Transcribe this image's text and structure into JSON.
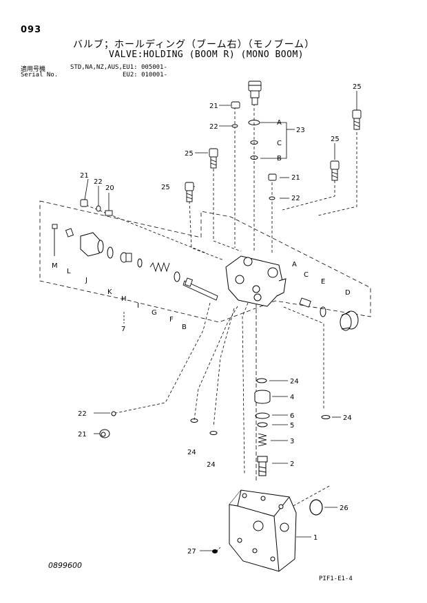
{
  "header": {
    "page_number": "093",
    "title_jp": "バルブ；ホールディング（ブーム右）（モノブーム）",
    "title_en": "VALVE:HOLDING (BOOM R) (MONO BOOM)",
    "applicable_label": "適用号機",
    "serial_label": "Serial No.",
    "applicable_models": "STD,NA,NZ,AUS,EU1: 005001-",
    "serial_eu2": "EU2: 010001-"
  },
  "callouts": {
    "n1": "1",
    "n2": "2",
    "n3": "3",
    "n4": "4",
    "n5": "5",
    "n6": "6",
    "n7": "7",
    "n20": "20",
    "n21": "21",
    "n22": "22",
    "n23": "23",
    "n24": "24",
    "n25": "25",
    "n26": "26",
    "n27": "27",
    "A": "A",
    "B": "B",
    "C": "C",
    "D": "D",
    "E": "E",
    "F": "F",
    "G": "G",
    "H": "H",
    "I": "I",
    "J": "J",
    "K": "K",
    "L": "L",
    "M": "M"
  },
  "footer": {
    "doc_code": "0899600",
    "figure_code": "PIF1-E1-4"
  }
}
